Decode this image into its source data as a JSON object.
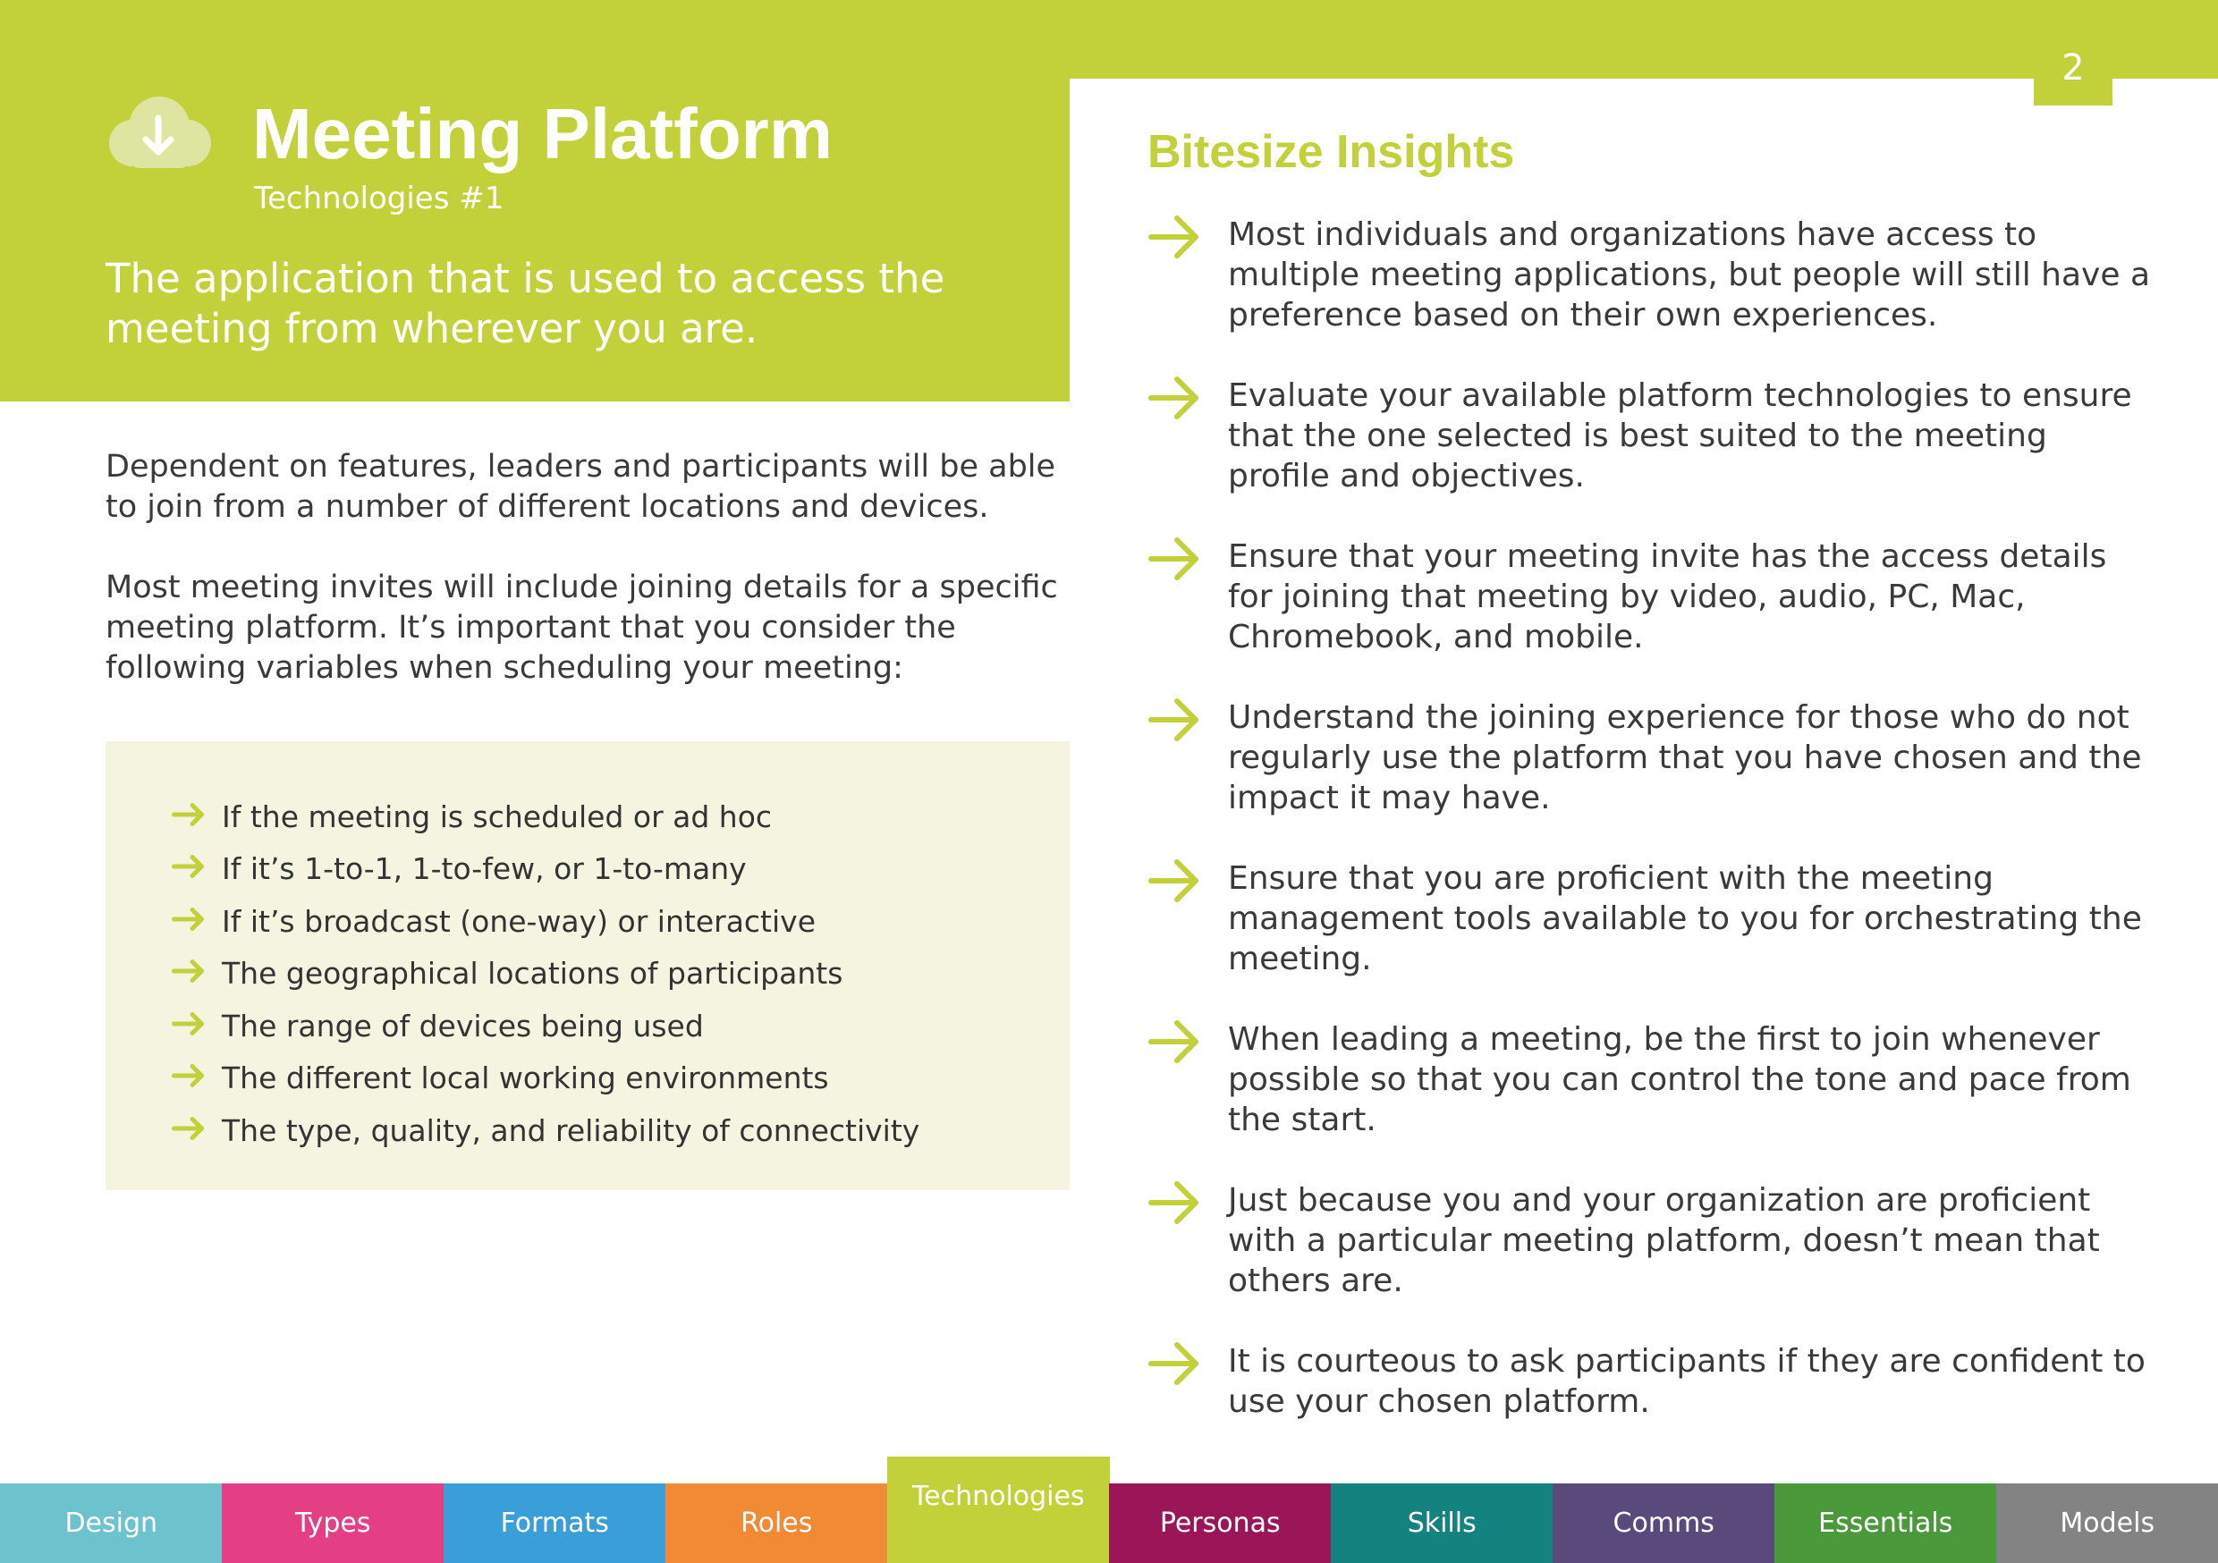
{
  "page_number": "2",
  "header": {
    "title": "Meeting Platform",
    "subtitle": "Technologies #1",
    "lead_lines": [
      "The application that is used to access the",
      "meeting from wherever you are."
    ],
    "icon": "cloud-download-icon"
  },
  "body": {
    "para1_lines": [
      "Dependent on features, leaders and participants will be able",
      "to join from a number of different locations and devices."
    ],
    "para2_lines": [
      "Most meeting invites will include joining details for a specific",
      "meeting platform. It’s important that you consider the",
      "following variables when scheduling your meeting:"
    ]
  },
  "checklist": [
    "If the meeting is scheduled or ad hoc",
    "If it’s 1-to-1, 1-to-few, or 1-to-many",
    "If it’s broadcast (one-way) or interactive",
    "The geographical locations of participants",
    "The range of devices being used",
    "The different local working environments",
    "The type, quality, and reliability of connectivity"
  ],
  "insights_title": "Bitesize Insights",
  "insights": [
    [
      "Most individuals and organizations have access to",
      "multiple meeting applications, but people will still have a",
      "preference based on their own experiences."
    ],
    [
      "Evaluate your available platform technologies to ensure",
      "that the one selected is best suited to the meeting",
      "profile and objectives."
    ],
    [
      "Ensure that your meeting invite has the access details",
      "for joining that meeting by video, audio, PC, Mac,",
      "Chromebook, and mobile."
    ],
    [
      "Understand the joining experience for those who do not",
      "regularly use the platform that you have chosen and the",
      "impact it may have."
    ],
    [
      "Ensure that you are proficient with the meeting",
      "management tools available to you for orchestrating the",
      "meeting."
    ],
    [
      "When leading a meeting, be the first to join whenever",
      "possible so that you can control the tone and pace from",
      "the start."
    ],
    [
      "Just because you and your organization are proficient",
      "with a particular meeting platform, doesn’t mean that",
      "others are."
    ],
    [
      "It is courteous to ask participants if they are confident to",
      "use your chosen platform."
    ]
  ],
  "nav": [
    {
      "label": "Design",
      "color": "#6cc3cd",
      "active": false
    },
    {
      "label": "Types",
      "color": "#e43f85",
      "active": false
    },
    {
      "label": "Formats",
      "color": "#3a9ed9",
      "active": false
    },
    {
      "label": "Roles",
      "color": "#f08a34",
      "active": false
    },
    {
      "label": "Technologies",
      "color": "#c2d13a",
      "active": true
    },
    {
      "label": "Personas",
      "color": "#9b1659",
      "active": false
    },
    {
      "label": "Skills",
      "color": "#14827f",
      "active": false
    },
    {
      "label": "Comms",
      "color": "#5a4a7c",
      "active": false
    },
    {
      "label": "Essentials",
      "color": "#4a9a3c",
      "active": false
    },
    {
      "label": "Models",
      "color": "#838384",
      "active": false
    }
  ],
  "colors": {
    "accent": "#c2d13a",
    "insight_arrow": "#c2d13a",
    "checklist_bg": "#f4f4e1"
  }
}
